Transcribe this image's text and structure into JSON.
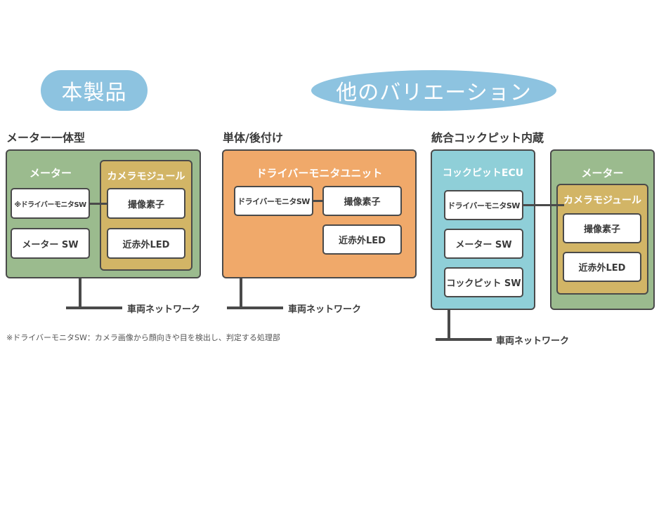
{
  "colors": {
    "pill": "#8dc3e0",
    "meter_panel": "#9bbb8e",
    "camera_module": "#d2b566",
    "driver_unit": "#f0a96a",
    "cockpit_ecu": "#8fcfd8",
    "line": "#4a4a4a"
  },
  "pills": {
    "this_product": "本製品",
    "other_variations": "他のバリエーション"
  },
  "sections": {
    "integrated": {
      "heading": "メーター一体型",
      "meter_title": "メーター",
      "driver_sw": "※ドライバーモニタSW",
      "meter_sw": "メーター SW",
      "camera_title": "カメラモジュール",
      "image_sensor": "撮像素子",
      "nir_led": "近赤外LED",
      "network": "車両ネットワーク"
    },
    "standalone": {
      "heading": "単体/後付け",
      "unit_title": "ドライバーモニタユニット",
      "driver_sw": "ドライバーモニタSW",
      "image_sensor": "撮像素子",
      "nir_led": "近赤外LED",
      "network": "車両ネットワーク"
    },
    "cockpit": {
      "heading": "統合コックピット内蔵",
      "ecu_title": "コックピットECU",
      "driver_sw": "ドライバーモニタSW",
      "meter_sw": "メーター SW",
      "cockpit_sw": "コックピット SW",
      "meter_title": "メーター",
      "camera_title": "カメラモジュール",
      "image_sensor": "撮像素子",
      "nir_led": "近赤外LED",
      "network": "車両ネットワーク"
    }
  },
  "footnote": "※ドライバーモニタSW：カメラ画像から顔向きや目を検出し、判定する処理部"
}
